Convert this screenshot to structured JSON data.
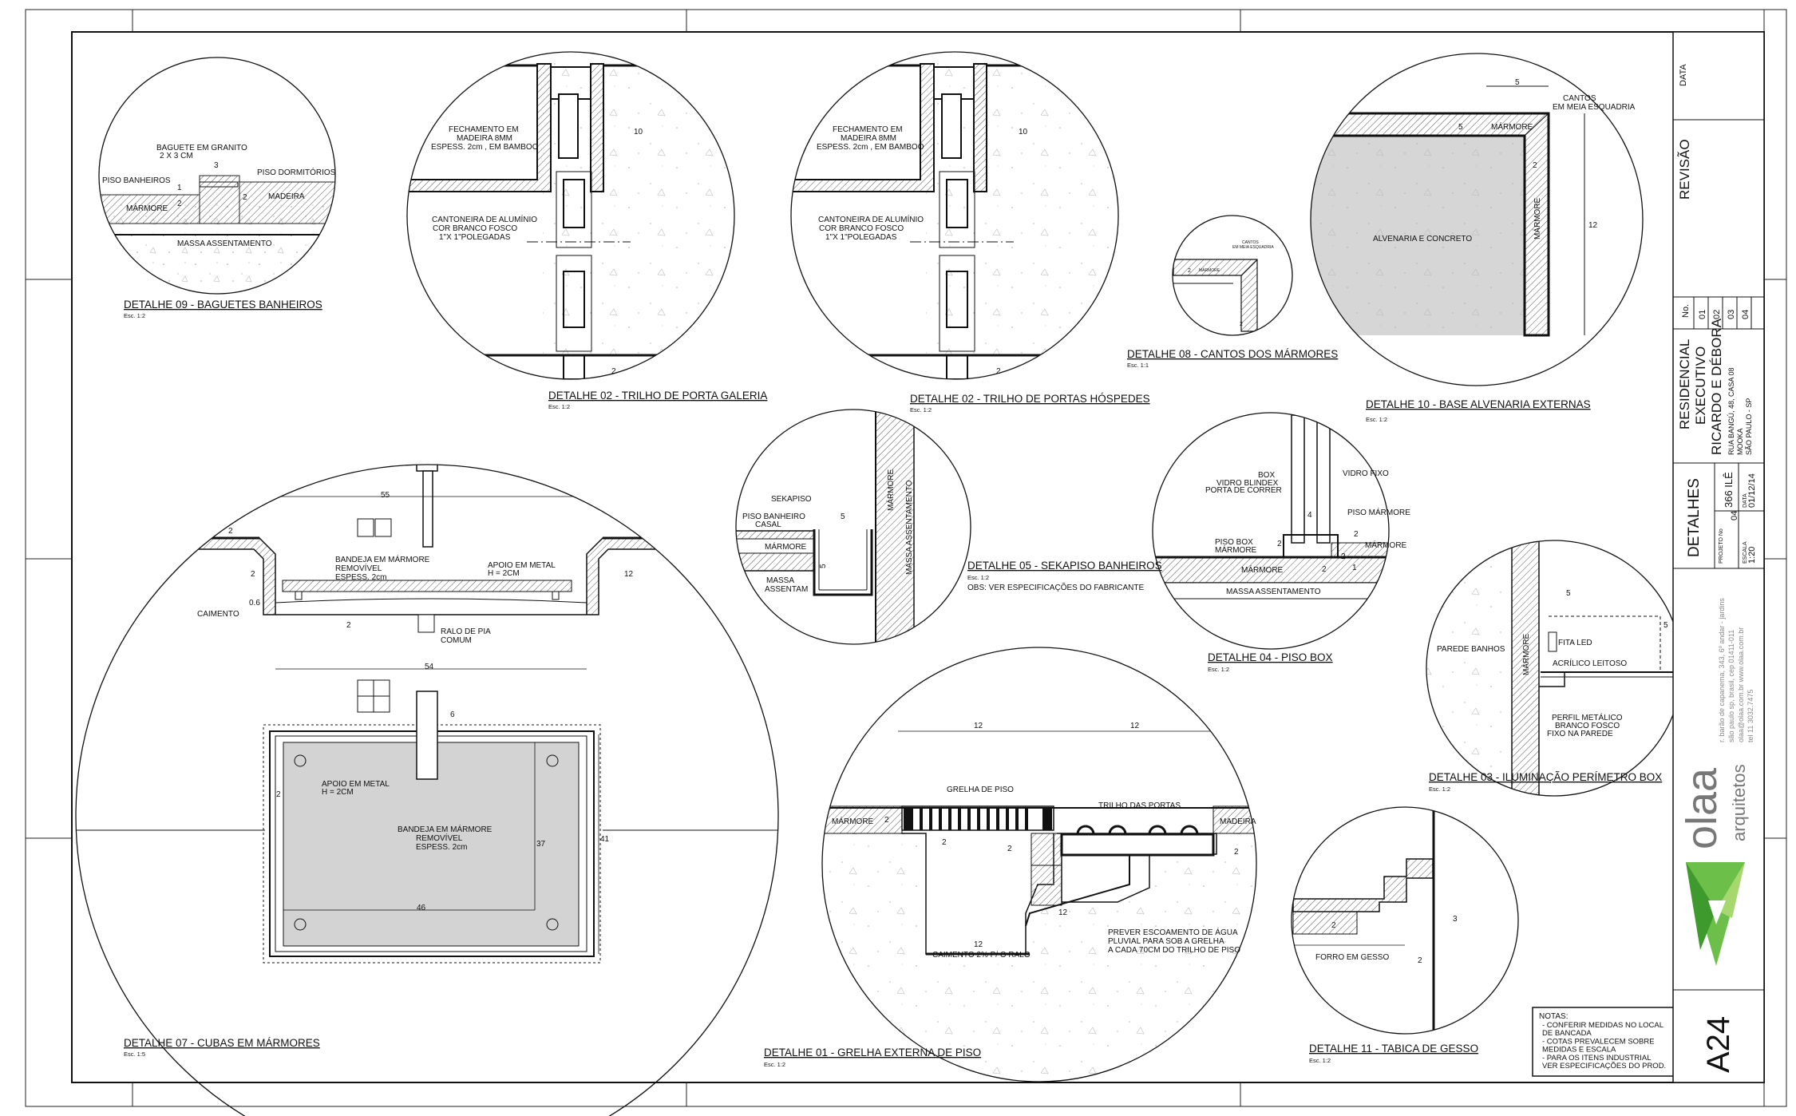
{
  "details": {
    "d09": {
      "title": "DETALHE 09 - BAGUETES BANHEIROS",
      "scale": "Esc. 1:2",
      "l1": "BAGUETE EM GRANITO",
      "l2": "2 X 3 CM",
      "l3": "PISO BANHEIROS",
      "l4": "PISO DORMITÓRIOS",
      "l5": "MÁRMORE",
      "l6": "MADEIRA",
      "l7": "MASSA ASSENTAMENTO"
    },
    "d02a": {
      "title": "DETALHE 02 -  TRILHO DE PORTA GALERIA",
      "scale": "Esc. 1:2",
      "l1": "FECHAMENTO EM",
      "l2": "MADEIRA 8MM",
      "l3": "ESPESS. 2cm , EM BAMBOO",
      "l4": "CANTONEIRA DE ALUMÍNIO",
      "l5": "COR BRANCO FOSCO",
      "l6": "1\"X 1\"POLEGADAS"
    },
    "d02b": {
      "title": "DETALHE 02 -  TRILHO DE PORTAS HÓSPEDES",
      "scale": "Esc. 1:2",
      "l1": "FECHAMENTO EM",
      "l2": "MADEIRA 8MM",
      "l3": "ESPESS. 2cm , EM BAMBOO",
      "l4": "CANTONEIRA DE ALUMÍNIO",
      "l5": "COR BRANCO FOSCO",
      "l6": "1\"X 1\"POLEGADAS"
    },
    "d08": {
      "title": "DETALHE 08 - CANTOS DOS MÁRMORES",
      "scale": "Esc. 1:1",
      "l1": "CANTOS",
      "l2": "EM MEIA ESQUADRIA",
      "l3": "MÁRMORE"
    },
    "d10": {
      "title": "DETALHE 10 - BASE ALVENARIA EXTERNAS",
      "scale": "Esc. 1:2",
      "l1": "CANTOS",
      "l2": "EM MEIA ESQUADRIA",
      "l3": "MÁRMORE",
      "l4": "ALVENARIA  E CONCRETO",
      "l5": "MÁRMORE"
    },
    "d05": {
      "title": "DETALHE 05 - SEKAPISO BANHEIROS",
      "scale": "Esc. 1:2",
      "note": "OBS: VER ESPECIFICAÇÕES DO FABRICANTE",
      "l1": "SEKAPISO",
      "l2": "PISO BANHEIRO",
      "l3": "CASAL",
      "l4": "MÁRMORE",
      "l5": "MASSA",
      "l6": "ASSENTAM",
      "l7": "MÁRMORE",
      "l8": "MASSA ASSENTAMENTO"
    },
    "d04": {
      "title": "DETALHE 04 - PISO BOX",
      "scale": "Esc. 1:2",
      "l1": "BOX",
      "l2": "VIDRO BLINDEX",
      "l3": "PORTA DE CORRER",
      "l4": "VIDRO FIXO",
      "l5": "PISO MÁRMORE",
      "l6": "PISO BOX",
      "l7": "MÁRMORE",
      "l8": "MÁRMORE",
      "l9": "MÁRMORE",
      "l10": "MASSA ASSENTAMENTO"
    },
    "d07": {
      "title": "DETALHE 07 - CUBAS EM MÁRMORES",
      "scale": "Esc. 1:5",
      "l1": "BANDEJA EM MÁRMORE",
      "l2": "REMOVÍVEL",
      "l3": "ESPESS. 2cm",
      "l4": "APOIO EM METAL",
      "l5": "H = 2CM",
      "l6": "CAIMENTO",
      "l7": "RALO DE PIA",
      "l8": "COMUM",
      "l9": "APOIO EM METAL",
      "l10": "H = 2CM",
      "l11": "BANDEJA EM MÁRMORE",
      "l12": "REMOVÍVEL",
      "l13": "ESPESS. 2cm"
    },
    "d01": {
      "title": "DETALHE 01 - GRELHA EXTERNA DE PISO",
      "scale": "Esc. 1:2",
      "l1": "GRELHA DE PISO",
      "l2": "TRILHO DAS PORTAS",
      "l3": "MÁRMORE",
      "l4": "MADEIRA",
      "l5": "CAIMENTO 2% P/ O RALO",
      "l6": "PREVER ESCOAMENTO DE ÁGUA",
      "l7": "PLUVIAL PARA SOB A GRELHA",
      "l8": "A CADA 70CM DO TRILHO DE PISO"
    },
    "d03": {
      "title": "DETALHE 03 - ILUMINAÇÃO PERÍMETRO BOX",
      "scale": "Esc. 1:2",
      "l1": "PAREDE BANHOS",
      "l2": "MÁRMORE",
      "l3": "FITA LED",
      "l4": "ACRÍLICO LEITOSO",
      "l5": "PERFIL METÁLICO",
      "l6": "BRANCO FOSCO",
      "l7": "FIXO NA PAREDE"
    },
    "d11": {
      "title": "DETALHE 11 - TABICA DE GESSO",
      "scale": "Esc. 1:2",
      "l1": "FORRO EM GESSO"
    }
  },
  "dims": {
    "d09a": "3",
    "d09b": "1",
    "d09c": "2",
    "d09d": "2",
    "d02a": "10",
    "d02b": "2",
    "d02c": "10",
    "d02d": "2",
    "d08a": "2",
    "d08b": "2",
    "d10a": "5",
    "d10b": "5",
    "d10c": "2",
    "d10d": "12",
    "d05a": "5",
    "d05b": "5",
    "d04a": "4",
    "d04b": "2",
    "d04c": "1",
    "d04d": "2",
    "d04e": "2",
    "d04f": "2",
    "d07a": "55",
    "d07b": "2",
    "d07c": "2",
    "d07d": "0.6",
    "d07e": "2",
    "d07f": "12",
    "d07g": "54",
    "d07h": "6",
    "d07i": "2",
    "d07j": "37",
    "d07k": "41",
    "d07l": "46",
    "d01a": "12",
    "d01b": "12",
    "d01c": "2",
    "d01d": "2",
    "d01e": "12",
    "d01f": "12",
    "d01g": "2",
    "d01h": "2",
    "d03a": "5",
    "d03b": "5",
    "d11a": "2",
    "d11b": "3",
    "d11c": "2"
  },
  "notes": {
    "title": "NOTAS:",
    "lines": [
      "- CONFERIR MEDIDAS NO LOCAL",
      "DE BANCADA",
      "- COTAS PREVALECEM SOBRE",
      "MEDIDAS E ESCALA",
      "- PARA OS ITENS INDUSTRIAL",
      "VER ESPECIFICAÇÕES DO PROD."
    ]
  },
  "titleblock": {
    "data": "DATA",
    "revisao": "REVISÃO",
    "no": "No.",
    "rev": [
      "01",
      "02",
      "03",
      "04"
    ],
    "p1": "RESIDENCIAL",
    "p2": "EXECUTIVO",
    "p3": "RICARDO E DÉBORA",
    "a1": "RUA BANGÚ, 48, CASA 08",
    "a2": "MOOKA",
    "a3": "SÃO PAULO - SP",
    "sheet_title": "DETALHES",
    "proj_label": "PROJETO No",
    "proj_value": "366 ILÊ",
    "date_label": "DATA",
    "date_value": "01/12/14",
    "scale_label": "ESCALA",
    "scale_value": "1:20",
    "sheet_no": "04",
    "c1": "r. barão de capanema, 343, 6º andar - jardins",
    "c2": "são paulo sp, brasil, cep 01411-011",
    "c3": "olaa@olaa.com.br   www.olaa.com.br",
    "c4": "tel 11 3032.7475",
    "logo": "olaa",
    "logo_sub": "arquitetos",
    "sheet": "A24",
    "brand": {
      "green_dark": "#3f9a2e",
      "green": "#6cc04a",
      "green_light": "#a6d86f"
    }
  }
}
